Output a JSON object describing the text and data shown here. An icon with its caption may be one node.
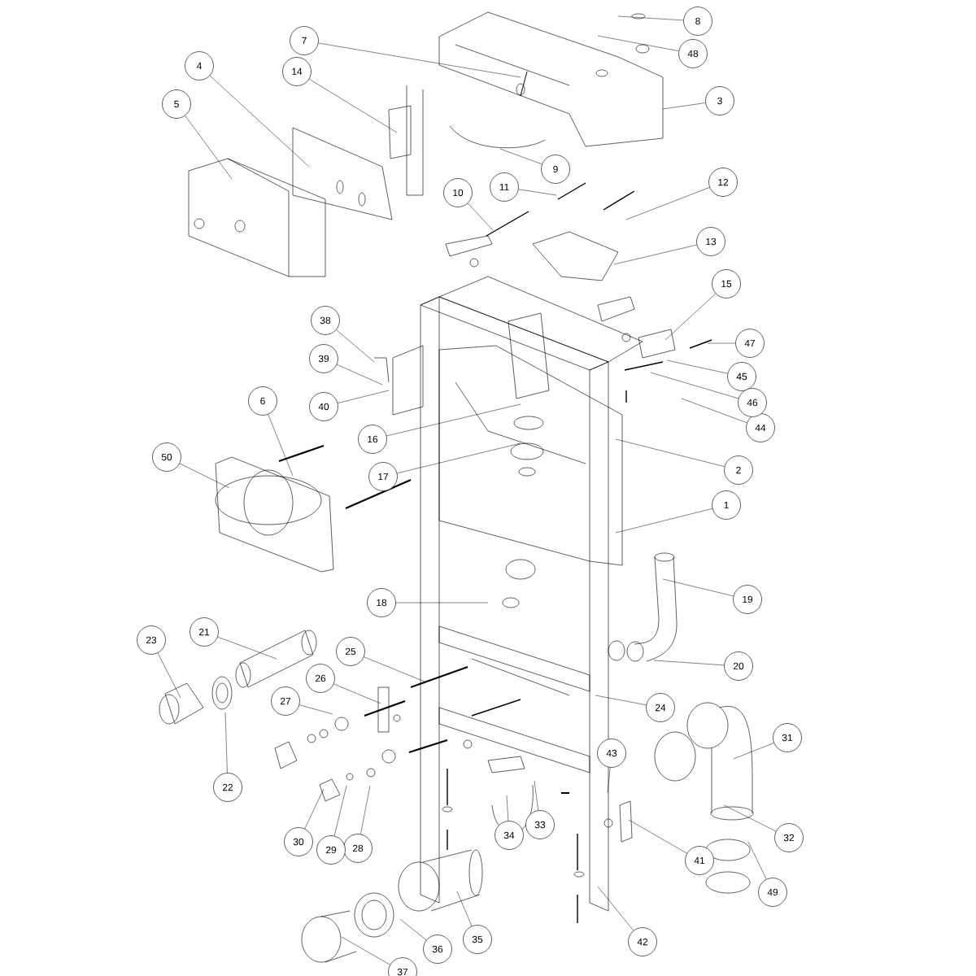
{
  "diagram": {
    "nodes": [
      {
        "text": [
          "1"
        ]
      },
      {
        "text": [
          "2"
        ]
      },
      {
        "text": [
          "3"
        ]
      },
      {
        "text": [
          "4"
        ]
      },
      {
        "text": [
          "5"
        ]
      },
      {
        "text": [
          "6"
        ]
      },
      {
        "text": [
          "7"
        ]
      },
      {
        "text": [
          "8"
        ]
      },
      {
        "text": [
          "9"
        ]
      },
      {
        "text": [
          "10"
        ]
      },
      {
        "text": [
          "11"
        ]
      },
      {
        "text": [
          "12"
        ]
      },
      {
        "text": [
          "13"
        ]
      },
      {
        "text": [
          "14"
        ]
      },
      {
        "text": [
          "15"
        ]
      },
      {
        "text": [
          "16"
        ]
      },
      {
        "text": [
          "17"
        ]
      },
      {
        "text": [
          "18"
        ]
      },
      {
        "text": [
          "19"
        ]
      },
      {
        "text": [
          "20"
        ]
      },
      {
        "text": [
          "21"
        ]
      },
      {
        "text": [
          "22"
        ]
      },
      {
        "text": [
          "23"
        ]
      },
      {
        "text": [
          "24"
        ]
      },
      {
        "text": [
          "25"
        ]
      },
      {
        "text": [
          "26"
        ]
      },
      {
        "text": [
          "27"
        ]
      },
      {
        "text": [
          "28"
        ]
      },
      {
        "text": [
          "29"
        ]
      },
      {
        "text": [
          "30"
        ]
      },
      {
        "text": [
          "31"
        ]
      },
      {
        "text": [
          "32"
        ]
      },
      {
        "text": [
          "33"
        ]
      },
      {
        "text": [
          "34"
        ]
      },
      {
        "text": [
          "35"
        ]
      },
      {
        "text": [
          "36"
        ]
      },
      {
        "text": [
          "37"
        ]
      },
      {
        "text": [
          "38"
        ]
      },
      {
        "text": [
          "39"
        ]
      },
      {
        "text": [
          "40"
        ]
      },
      {
        "text": [
          "41"
        ]
      },
      {
        "text": [
          "42"
        ]
      },
      {
        "text": [
          "43"
        ]
      },
      {
        "text": [
          "44"
        ]
      },
      {
        "text": [
          "45"
        ]
      },
      {
        "text": [
          "46"
        ]
      },
      {
        "text": [
          "47"
        ]
      },
      {
        "text": [
          "48"
        ]
      },
      {
        "text": [
          "49"
        ]
      },
      {
        "text": [
          "50"
        ]
      }
    ],
    "edges": [
      {
        "from": 0,
        "to": null,
        "arrow": "none"
      },
      {
        "from": 1,
        "to": null,
        "arrow": "none"
      },
      {
        "from": 2,
        "to": null,
        "arrow": "none"
      },
      {
        "from": 3,
        "to": null,
        "arrow": "none"
      },
      {
        "from": 4,
        "to": null,
        "arrow": "none"
      },
      {
        "from": 5,
        "to": null,
        "arrow": "none"
      },
      {
        "from": 6,
        "to": null,
        "arrow": "none"
      },
      {
        "from": 7,
        "to": null,
        "arrow": "none"
      },
      {
        "from": 8,
        "to": null,
        "arrow": "none"
      },
      {
        "from": 9,
        "to": null,
        "arrow": "none"
      },
      {
        "from": 10,
        "to": null,
        "arrow": "none"
      },
      {
        "from": 11,
        "to": null,
        "arrow": "none"
      },
      {
        "from": 12,
        "to": null,
        "arrow": "none"
      },
      {
        "from": 13,
        "to": null,
        "arrow": "none"
      },
      {
        "from": 14,
        "to": null,
        "arrow": "none"
      },
      {
        "from": 15,
        "to": null,
        "arrow": "none"
      },
      {
        "from": 16,
        "to": null,
        "arrow": "none"
      },
      {
        "from": 17,
        "to": null,
        "arrow": "none"
      },
      {
        "from": 18,
        "to": null,
        "arrow": "none"
      },
      {
        "from": 19,
        "to": null,
        "arrow": "none"
      },
      {
        "from": 20,
        "to": null,
        "arrow": "none"
      },
      {
        "from": 21,
        "to": null,
        "arrow": "none"
      },
      {
        "from": 22,
        "to": null,
        "arrow": "none"
      },
      {
        "from": 23,
        "to": null,
        "arrow": "none"
      },
      {
        "from": 24,
        "to": null,
        "arrow": "none"
      },
      {
        "from": 25,
        "to": null,
        "arrow": "none"
      },
      {
        "from": 26,
        "to": null,
        "arrow": "none"
      },
      {
        "from": 27,
        "to": null,
        "arrow": "none"
      },
      {
        "from": 28,
        "to": null,
        "arrow": "none"
      },
      {
        "from": 29,
        "to": null,
        "arrow": "none"
      },
      {
        "from": 30,
        "to": null,
        "arrow": "none"
      },
      {
        "from": 31,
        "to": null,
        "arrow": "none"
      },
      {
        "from": 32,
        "to": null,
        "arrow": "none"
      },
      {
        "from": 33,
        "to": null,
        "arrow": "none"
      },
      {
        "from": 34,
        "to": null,
        "arrow": "none"
      },
      {
        "from": 35,
        "to": null,
        "arrow": "none"
      },
      {
        "from": 36,
        "to": null,
        "arrow": "none"
      },
      {
        "from": 37,
        "to": null,
        "arrow": "none"
      },
      {
        "from": 38,
        "to": null,
        "arrow": "none"
      },
      {
        "from": 39,
        "to": null,
        "arrow": "none"
      },
      {
        "from": 40,
        "to": null,
        "arrow": "none"
      },
      {
        "from": 41,
        "to": null,
        "arrow": "none"
      },
      {
        "from": 42,
        "to": null,
        "arrow": "none"
      },
      {
        "from": 43,
        "to": null,
        "arrow": "none"
      },
      {
        "from": 44,
        "to": null,
        "arrow": "none"
      },
      {
        "from": 45,
        "to": null,
        "arrow": "none"
      },
      {
        "from": 46,
        "to": null,
        "arrow": "none"
      },
      {
        "from": 47,
        "to": null,
        "arrow": "none"
      },
      {
        "from": 48,
        "to": null,
        "arrow": "none"
      },
      {
        "from": 49,
        "to": null,
        "arrow": "none"
      }
    ]
  }
}
